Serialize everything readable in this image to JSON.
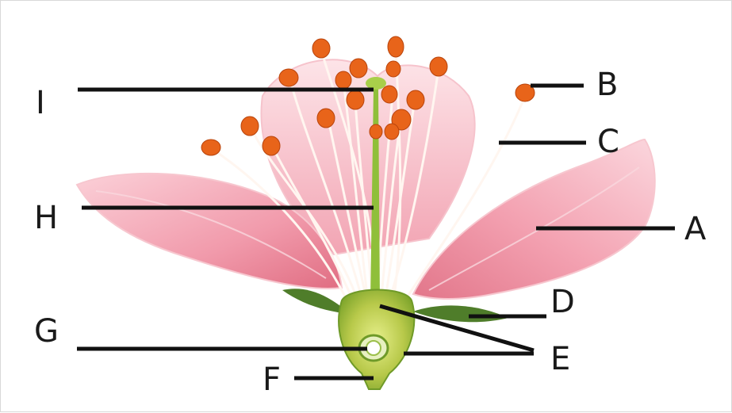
{
  "figure": {
    "labels": {
      "A": "A",
      "B": "B",
      "C": "C",
      "D": "D",
      "E": "E",
      "F": "F",
      "G": "G",
      "H": "H",
      "I": "I"
    },
    "colors": {
      "petal": "#f4a6b4",
      "petal_dark": "#e07888",
      "anther": "#e8641a",
      "stalk": "#8fbf3a",
      "sepal": "#4f7d2a",
      "leader": "#111111"
    }
  }
}
